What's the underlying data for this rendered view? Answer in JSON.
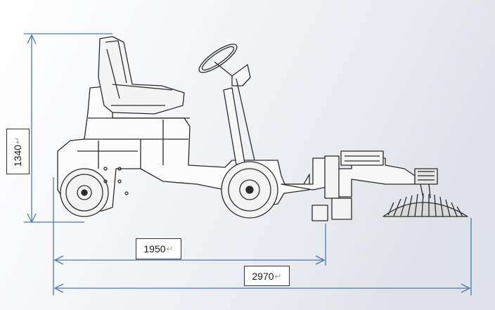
{
  "dimensions": {
    "height": {
      "value": "1340",
      "unit_mark": "↵"
    },
    "wheelbase": {
      "value": "1950",
      "unit_mark": "↵"
    },
    "total_length": {
      "value": "2970",
      "unit_mark": "↵"
    }
  },
  "colors": {
    "dimension_line": "#4a78b8",
    "machine_outline": "#2a2a2a",
    "background_gradient_start": "#f6f7f9",
    "background_gradient_end": "#dfe3e9"
  }
}
